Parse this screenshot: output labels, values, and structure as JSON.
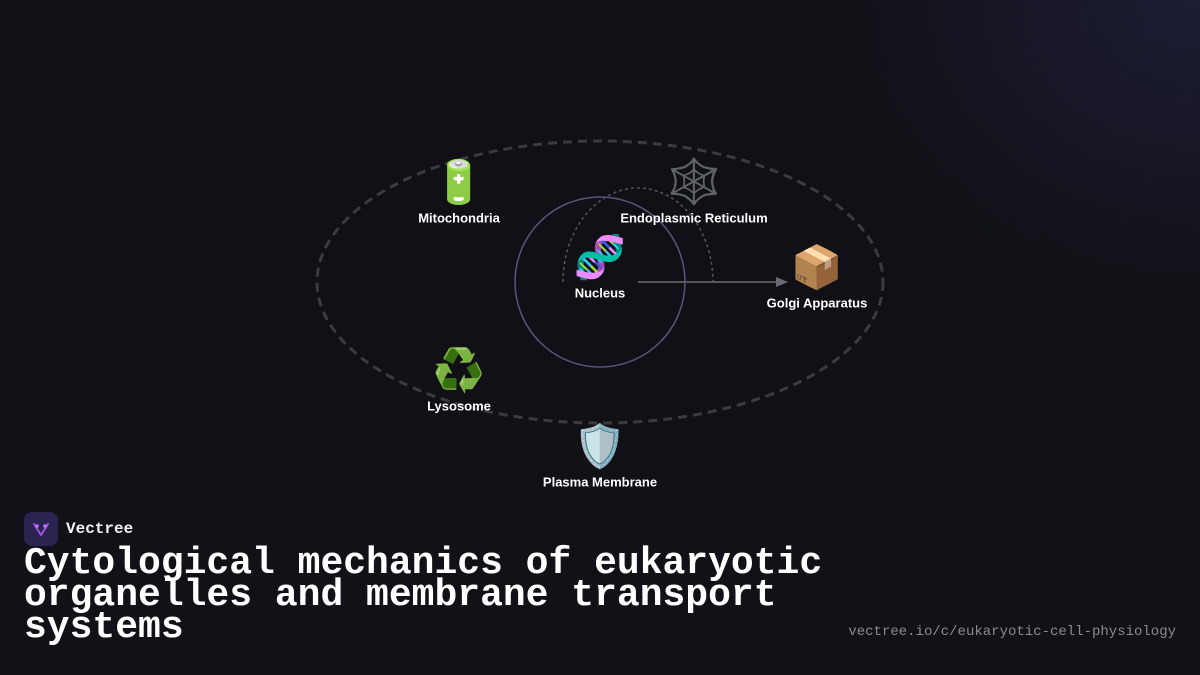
{
  "diagram": {
    "nodes": {
      "mitochondria": {
        "label": "Mitochondria",
        "icon": "battery-icon",
        "emoji": "🔋"
      },
      "endoplasmic_reticulum": {
        "label": "Endoplasmic Reticulum",
        "icon": "web-icon",
        "emoji": "🕸️"
      },
      "nucleus": {
        "label": "Nucleus",
        "icon": "dna-icon",
        "emoji": "🧬"
      },
      "golgi_apparatus": {
        "label": "Golgi Apparatus",
        "icon": "package-icon",
        "emoji": "📦"
      },
      "lysosome": {
        "label": "Lysosome",
        "icon": "recycle-icon",
        "emoji": "♻️"
      },
      "plasma_membrane": {
        "label": "Plasma Membrane",
        "icon": "shield-icon",
        "emoji": "🛡️"
      }
    },
    "edges": [
      {
        "from": "nucleus",
        "to": "golgi_apparatus",
        "style": "arrow"
      }
    ],
    "colors": {
      "outer_ellipse": "#3a3a40",
      "nucleus_ring": "#55557a",
      "arrow": "#6a6a72",
      "er_arc": "#55555c"
    }
  },
  "brand": {
    "name": "Vectree",
    "logo_color": "#2a2550",
    "logo_accent": "#a050e0"
  },
  "title": "Cytological mechanics of eukaryotic organelles and membrane transport systems",
  "url": "vectree.io/c/eukaryotic-cell-physiology"
}
